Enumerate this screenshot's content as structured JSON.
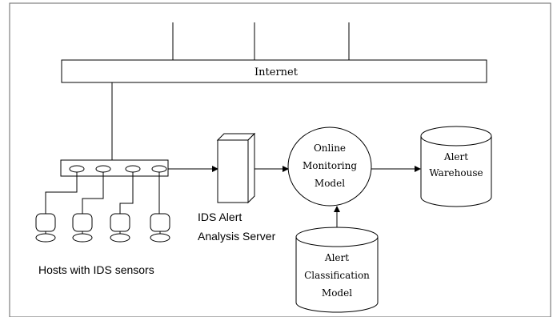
{
  "diagram": {
    "internet_label": "Internet",
    "hosts_label": "Hosts with IDS sensors",
    "server_label_line1": "IDS Alert",
    "server_label_line2": "Analysis Server",
    "monitor_label_line1": "Online",
    "monitor_label_line2": "Monitoring",
    "monitor_label_line3": "Model",
    "warehouse_label_line1": "Alert",
    "warehouse_label_line2": "Warehouse",
    "classification_label_line1": "Alert",
    "classification_label_line2": "Classification",
    "classification_label_line3": "Model"
  }
}
